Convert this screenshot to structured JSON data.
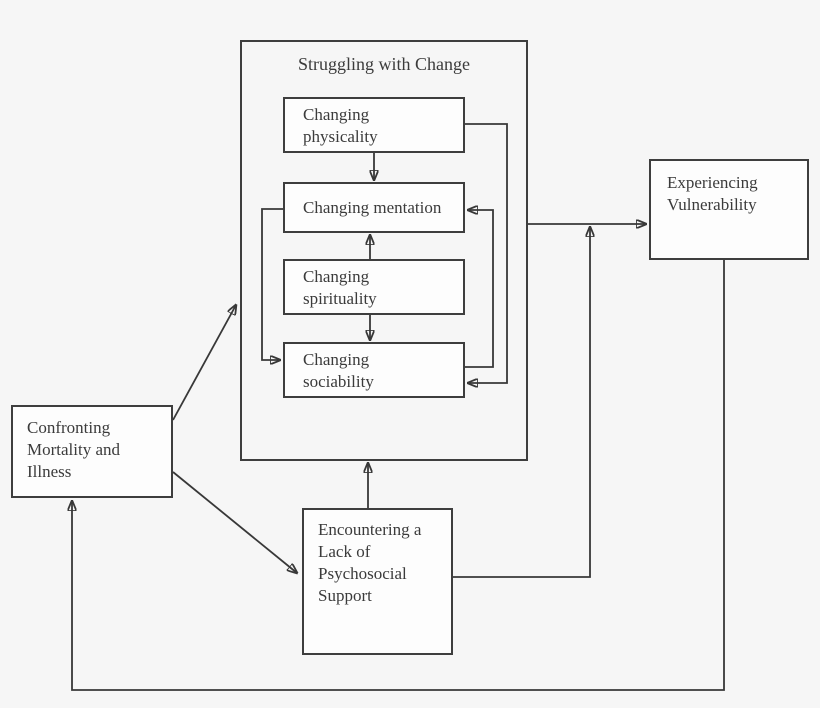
{
  "diagram": {
    "type": "concept-flow-diagram",
    "group": {
      "title": "Struggling with Change"
    },
    "nodes": {
      "physicality": {
        "label": "Changing\nphysicality"
      },
      "mentation": {
        "label": "Changing mentation"
      },
      "spirituality": {
        "label": "Changing\nspirituality"
      },
      "sociability": {
        "label": "Changing\nsociability"
      },
      "confronting": {
        "label": "Confronting\nMortality and\nIllness"
      },
      "encountering": {
        "label": "Encountering a\nLack of\nPsychosocial\nSupport"
      },
      "vulnerability": {
        "label": "Experiencing\nVulnerability"
      }
    },
    "connections": [
      {
        "from": "Changing physicality",
        "to": "Changing mentation",
        "style": "straight-down"
      },
      {
        "from": "Changing spirituality",
        "to": "Changing mentation",
        "style": "straight-up"
      },
      {
        "from": "Changing spirituality",
        "to": "Changing sociability",
        "style": "straight-down"
      },
      {
        "from": "Changing physicality",
        "to": "Changing sociability",
        "style": "right-side-loop"
      },
      {
        "from": "Changing sociability",
        "to": "Changing mentation",
        "style": "right-side-loop"
      },
      {
        "from": "Changing mentation",
        "to": "Changing sociability",
        "style": "left-side-loop"
      },
      {
        "from": "Struggling with Change",
        "to": "Experiencing Vulnerability",
        "style": "straight-right"
      },
      {
        "from": "Confronting Mortality and Illness",
        "to": "Struggling with Change",
        "style": "diagonal-up"
      },
      {
        "from": "Confronting Mortality and Illness",
        "to": "Encountering a Lack of Psychosocial Support",
        "style": "diagonal-down"
      },
      {
        "from": "Encountering a Lack of Psychosocial Support",
        "to": "Struggling with Change",
        "style": "straight-up"
      },
      {
        "from": "Encountering a Lack of Psychosocial Support",
        "to": "Experiencing Vulnerability",
        "style": "right-then-up-join"
      },
      {
        "from": "Experiencing Vulnerability",
        "to": "Confronting Mortality and Illness",
        "style": "bottom-feedback-loop"
      }
    ],
    "colors": {
      "background": "#f6f6f6",
      "box_fill": "#fdfdfd",
      "line": "#383838",
      "text": "#3b3b3b"
    }
  }
}
